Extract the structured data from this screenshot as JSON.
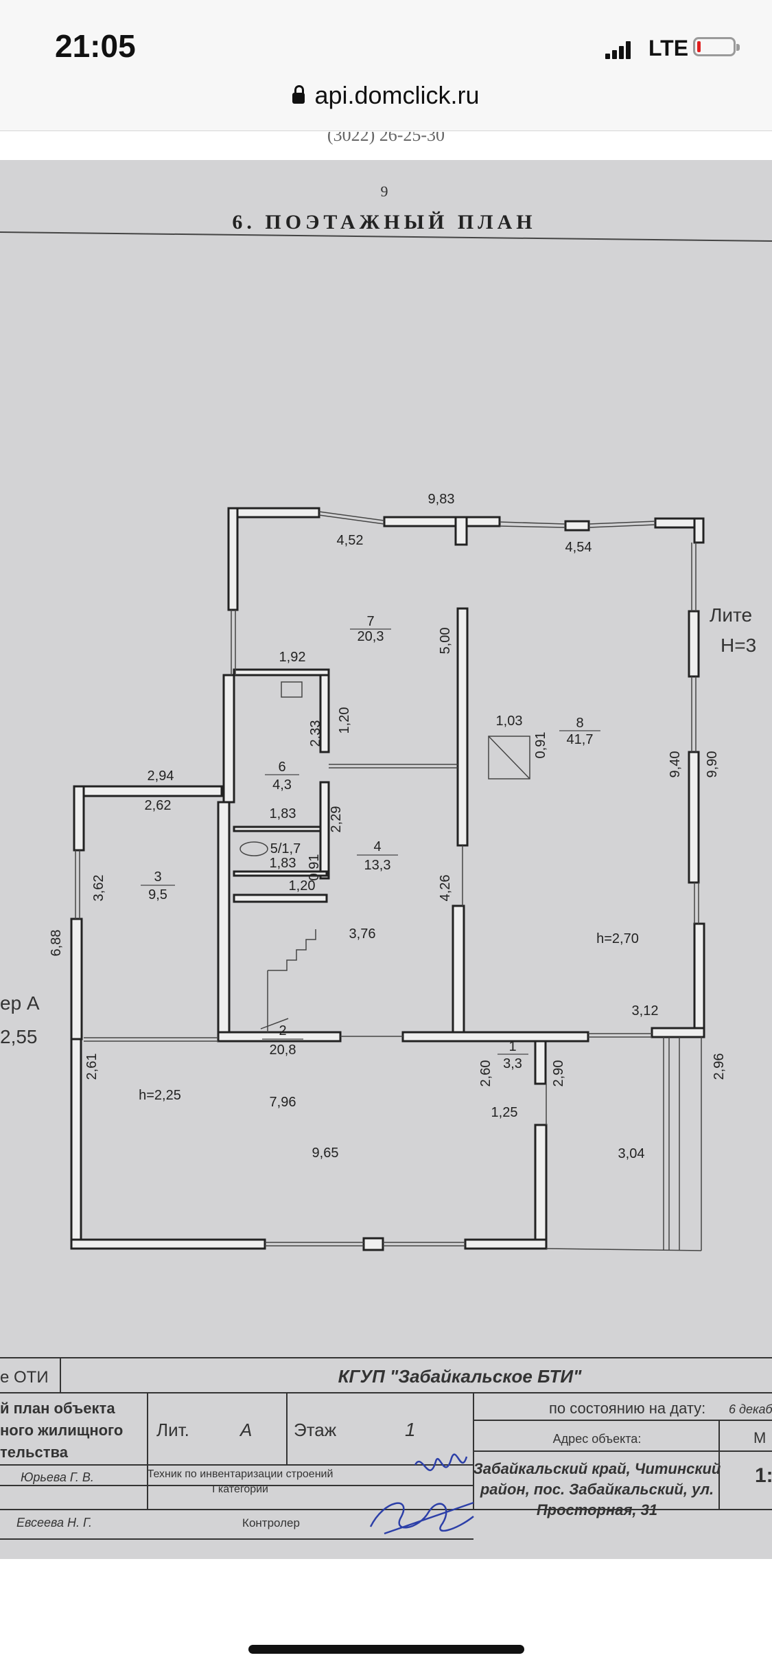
{
  "status_bar": {
    "time": "21:05",
    "network": "LTE",
    "battery_icon": "battery-low-icon",
    "signal_icon": "signal-icon"
  },
  "browser": {
    "url": "api.domclick.ru",
    "lock_icon": "lock-icon"
  },
  "document": {
    "phone_fragment": "(3022) 26-25-30",
    "page_number": "9",
    "section_title": "6. ПОЭТАЖНЫЙ ПЛАН",
    "floor_plan": {
      "rooms": [
        {
          "number": "7",
          "area": "20,3"
        },
        {
          "number": "8",
          "area": "41,7"
        },
        {
          "number": "6",
          "area": "4,3"
        },
        {
          "number": "5/1,7",
          "area": ""
        },
        {
          "number": "4",
          "area": "13,3"
        },
        {
          "number": "3",
          "area": "9,5"
        },
        {
          "number": "2",
          "area": "20,8"
        },
        {
          "number": "1",
          "area": "3,3"
        }
      ],
      "dimensions": [
        "9,83",
        "4,52",
        "4,54",
        "5,00",
        "1,92",
        "1,20",
        "2,33",
        "1,03",
        "0,91",
        "9,40",
        "9,90",
        "2,94",
        "2,62",
        "1,83",
        "2,29",
        "0,91",
        "1,83",
        "1,20",
        "3,62",
        "4,26",
        "3,76",
        "6,88",
        "3,12",
        "2,61",
        "2,60",
        "2,90",
        "2,96",
        "7,96",
        "1,25",
        "9,65",
        "3,04"
      ],
      "heights": [
        "h=2,70",
        "h=2,25"
      ],
      "side_labels": {
        "liter_right": "Лите",
        "h_right": "H=3",
        "left_1": "ер А",
        "left_2": "2,55"
      }
    },
    "stamp": {
      "left_header": "е ОТИ",
      "organization": "КГУП \"Забайкальское БТИ\"",
      "doc_title_lines": [
        "й план объекта",
        "ного жилищного",
        "тельства"
      ],
      "lit_label": "Лит.",
      "lit_value": "А",
      "floor_label": "Этаж",
      "floor_value": "1",
      "state_label": "по состоянию на дату:",
      "state_value": "6 декаб",
      "address_label": "Адрес объекта:",
      "address_lines": [
        "Забайкальский край, Читинский",
        "район, пос. Забайкальский, ул.",
        "Просторная, 31"
      ],
      "right_cut_1": "М",
      "right_cut_2": "1:",
      "person_1": "Юрьева Г. В.",
      "role_1_lines": [
        "Техник по инвентаризации строений",
        "I категории"
      ],
      "person_2": "Евсеева Н. Г.",
      "role_2": "Контролер"
    }
  }
}
